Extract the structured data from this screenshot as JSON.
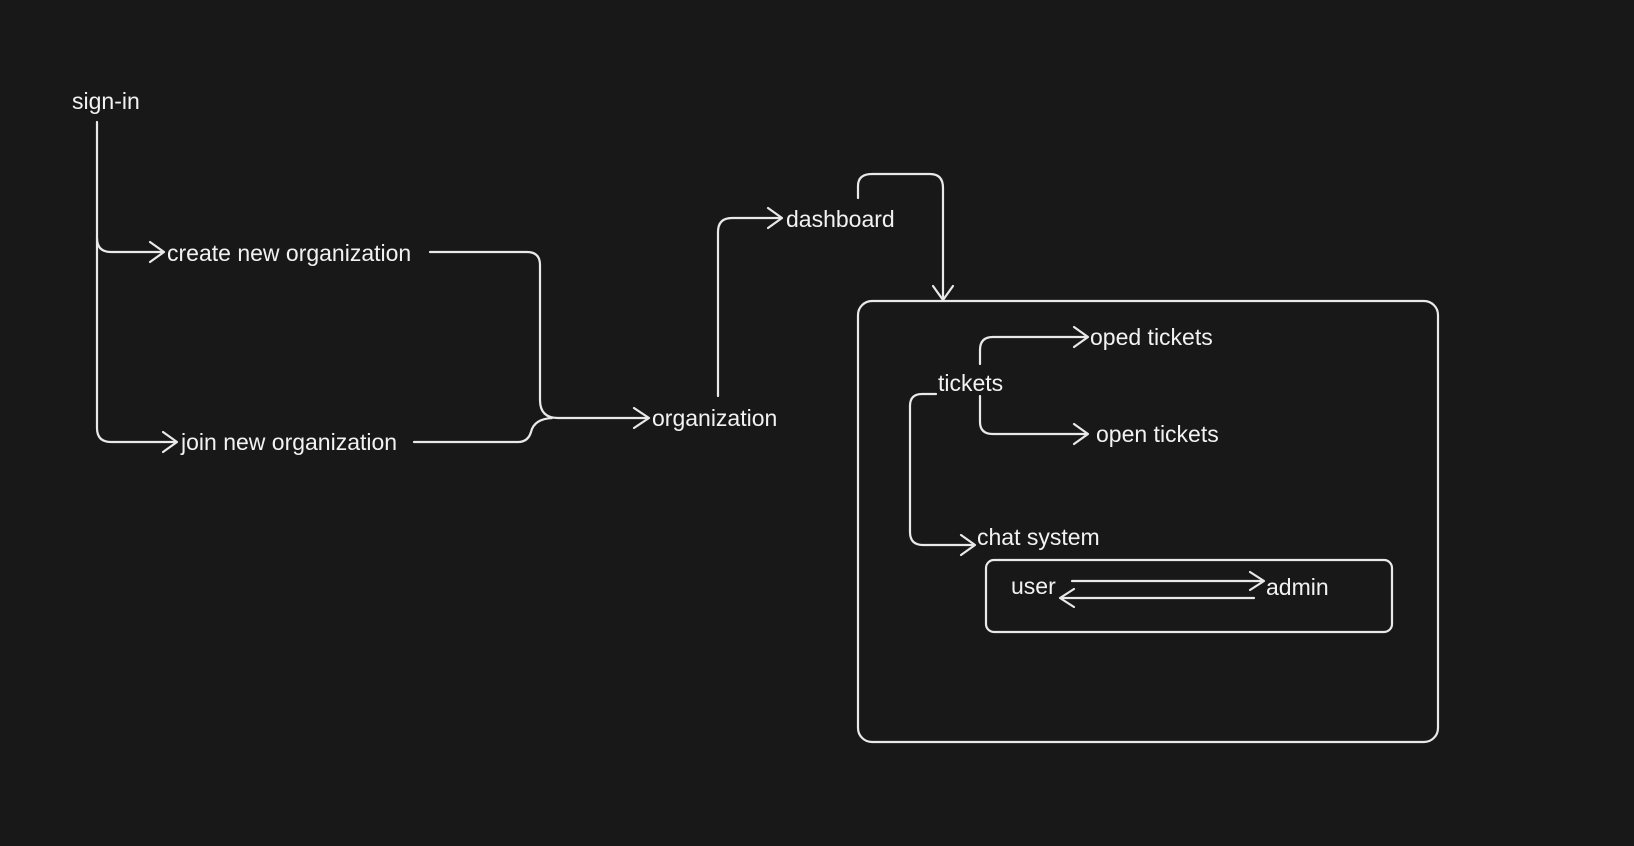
{
  "diagram": {
    "nodes": {
      "sign_in": "sign-in",
      "create_org": "create new organization",
      "join_org": "join new organization",
      "organization": "organization",
      "dashboard": "dashboard",
      "tickets": "tickets",
      "oped_tickets": "oped tickets",
      "open_tickets": "open tickets",
      "chat_system": "chat system",
      "user": "user",
      "admin": "admin"
    },
    "colors": {
      "background": "#181818",
      "stroke": "#e9e9e9",
      "text": "#f2f2f2"
    }
  }
}
